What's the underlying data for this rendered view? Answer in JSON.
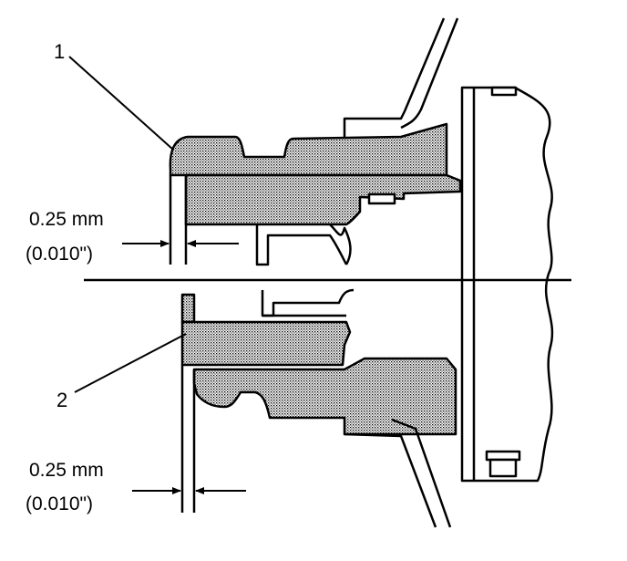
{
  "callouts": {
    "one": "1",
    "two": "2"
  },
  "dimensions": {
    "upper": {
      "metric": "0.25 mm",
      "imperial": "(0.010\")"
    },
    "lower": {
      "metric": "0.25 mm",
      "imperial": "(0.010\")"
    }
  },
  "style": {
    "ink": "#000000",
    "fill_pattern": "stipple",
    "background": "#ffffff"
  }
}
